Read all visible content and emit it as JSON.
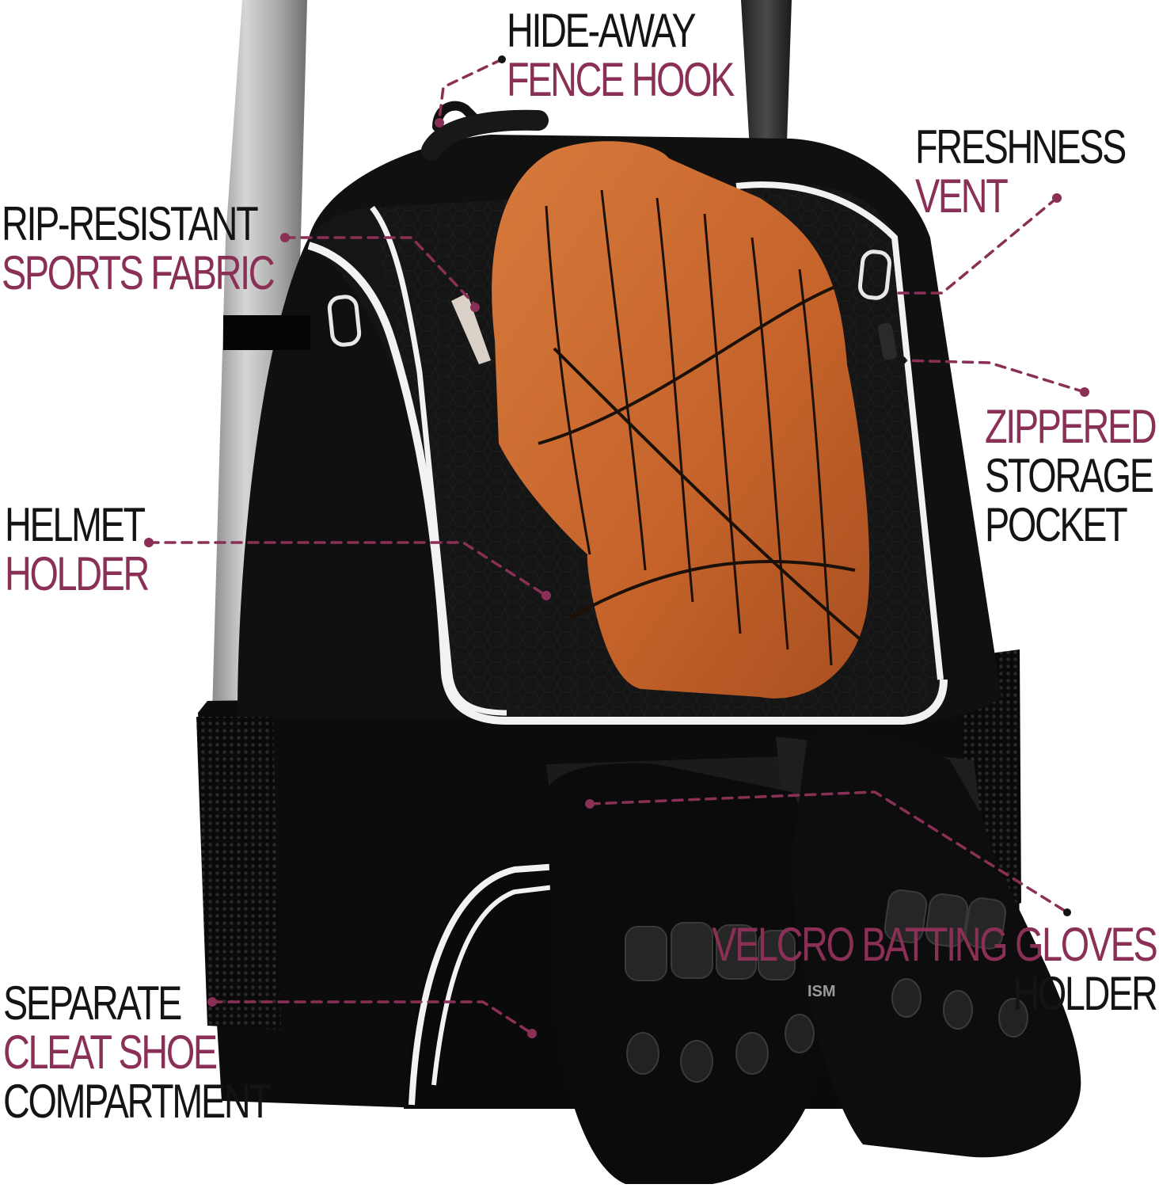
{
  "colors": {
    "accent": "#8a2f55",
    "text": "#141414",
    "bag": "#0d0d0d",
    "piping": "#f4f4f4",
    "glove_leather": "#c8692f",
    "bat_silver": "#b9b9b9"
  },
  "product_label": "ISM",
  "callouts": {
    "fence_hook": {
      "line1": "HIDE-AWAY",
      "line2": "FENCE HOOK"
    },
    "fabric": {
      "line1": "RIP-RESISTANT",
      "line2": "SPORTS FABRIC"
    },
    "vent": {
      "line1": "FRESHNESS",
      "line2": "VENT"
    },
    "pocket": {
      "line1": "ZIPPERED",
      "line2": "STORAGE",
      "line3": "POCKET"
    },
    "helmet": {
      "line1": "HELMET",
      "line2": "HOLDER"
    },
    "gloves": {
      "line1": "VELCRO BATTING GLOVES",
      "line2": "HOLDER"
    },
    "shoe": {
      "line1": "SEPARATE",
      "line2": "CLEAT SHOE",
      "line3": "COMPARTMENT"
    }
  }
}
